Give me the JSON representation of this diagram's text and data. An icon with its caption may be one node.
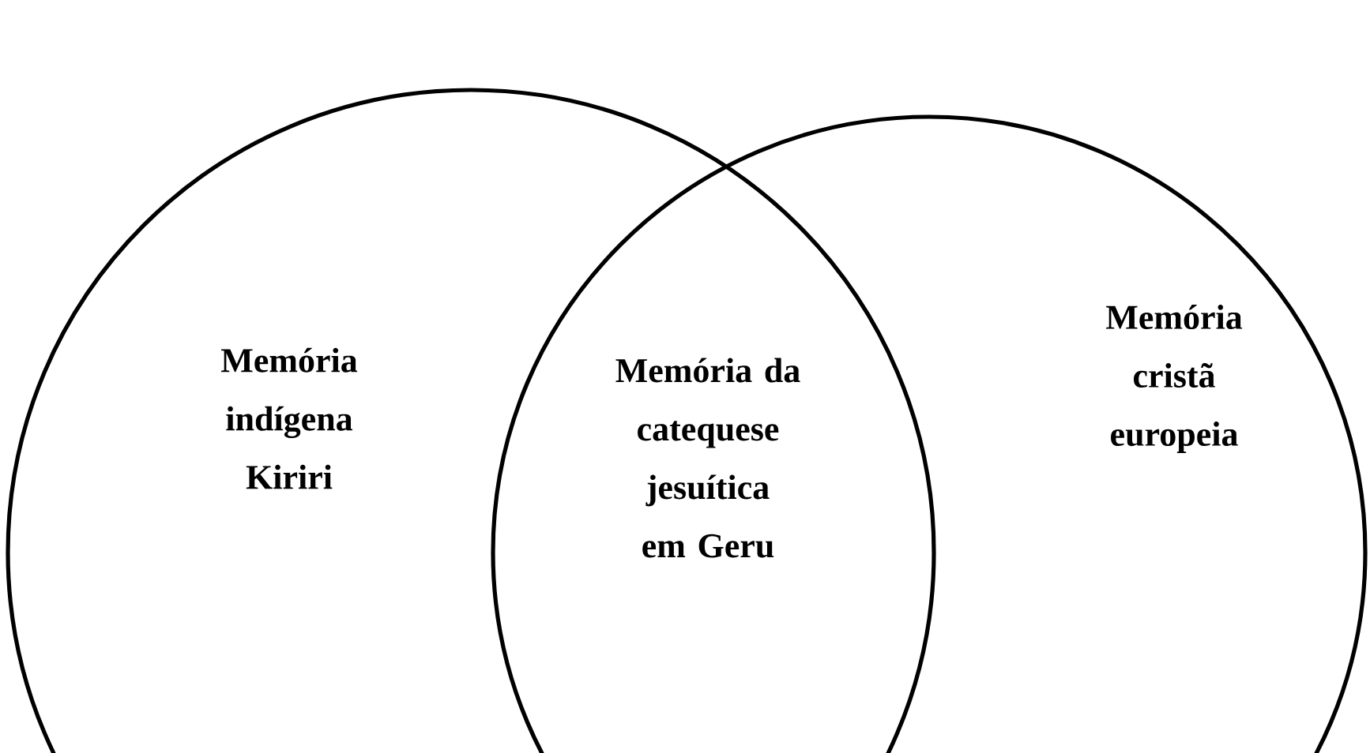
{
  "diagram": {
    "nodes": [
      {
        "text": [
          "Memória indígena Kiriri"
        ]
      },
      {
        "text": [
          "Memória cristã europeia"
        ]
      }
    ],
    "labels": [
      "Memória da catequese jesuítica em Geru"
    ]
  }
}
